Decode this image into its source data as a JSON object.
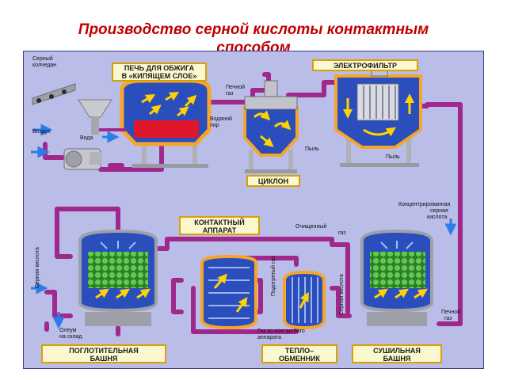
{
  "title": {
    "line1": "Производство серной кислоты контактным",
    "line2": "способом"
  },
  "colors": {
    "title": "#c00000",
    "background_panel": "#b9bde7",
    "pipe": "#a0278c",
    "vessel_blue": "#2a4fbd",
    "vessel_orange": "#f4a52a",
    "packing_green": "#3fa33a",
    "label_fill": "#fbf7cf",
    "label_border": "#d8a000",
    "flow_arrow": "#ffd200"
  },
  "labels": {
    "furnace": "ПЕЧЬ ДЛЯ ОБЖИГА",
    "furnace2": "В «КИПЯЩЕМ СЛОЕ»",
    "electrofilter": "ЭЛЕКТРОФИЛЬТР",
    "cyclone": "ЦИКЛОН",
    "contact": "КОНТАКТНЫЙ",
    "contact2": "АППАРАТ",
    "absorb": "ПОГЛОТИТЕЛЬНАЯ",
    "absorb2": "БАШНЯ",
    "heat": "ТЕПЛО–",
    "heat2": "ОБМЕННИК",
    "dry": "СУШИЛЬНАЯ",
    "dry2": "БАШНЯ"
  },
  "annotations": {
    "pyrite": "Серный",
    "pyrite2": "колчедан",
    "air": "Воздух",
    "water": "Вода",
    "furnace_gas": "Печной",
    "furnace_gas2": "газ",
    "steam": "Водяной",
    "steam2": "пар",
    "dust1": "Пыль",
    "dust2": "Пыль",
    "conc_acid": "Концентрированная",
    "conc_acid2": "серная",
    "conc_acid3": "кислота",
    "cleaned_gas": "Очищенный",
    "cleaned_gas2": "газ",
    "sulfuric_acid": "Серная кислота",
    "heated_gas": "Подогретый газ",
    "oleum": "Олеум",
    "oleum2": "на склад",
    "gas_from_contact": "Газ из контактного",
    "gas_from_contact2": "аппарата",
    "furnace_gas_in": "Печной",
    "furnace_gas_in2": "газ",
    "acid_dry": "Серная кислота"
  }
}
